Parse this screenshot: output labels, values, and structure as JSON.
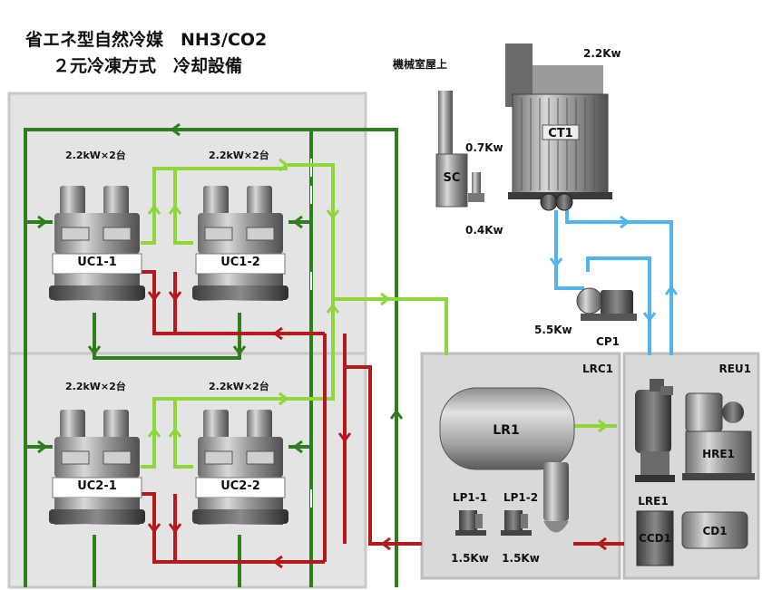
{
  "title": {
    "line1": "省エネ型自然冷媒　NH3/CO2",
    "line2": "２元冷凍方式　冷却設備"
  },
  "rooftop_label": "機械室屋上",
  "capacities": {
    "uc1_left": "2.2kW×2台",
    "uc1_right": "2.2kW×2台",
    "uc2_left": "2.2kW×2台",
    "uc2_right": "2.2kW×2台",
    "ct1": "2.2Kw",
    "sc_upper": "0.7Kw",
    "sc_lower": "0.4Kw",
    "cp1": "5.5Kw",
    "lp1_1": "1.5Kw",
    "lp1_2": "1.5Kw"
  },
  "units": {
    "uc1_1": "UC1-1",
    "uc1_2": "UC1-2",
    "uc2_1": "UC2-1",
    "uc2_2": "UC2-2",
    "ct1": "CT1",
    "sc": "SC",
    "cp1": "CP1",
    "lrc1": "LRC1",
    "lr1": "LR1",
    "lp1_1": "LP1-1",
    "lp1_2": "LP1-2",
    "reu1": "REU1",
    "hre1": "HRE1",
    "lre1": "LRE1",
    "ccd1": "CCD1",
    "cd1": "CD1"
  },
  "colors": {
    "dark_green": "#2e7d1e",
    "light_green": "#8fd63a",
    "red": "#b5191c",
    "blue": "#4eb6ec",
    "panel": "#d6d6d6"
  }
}
